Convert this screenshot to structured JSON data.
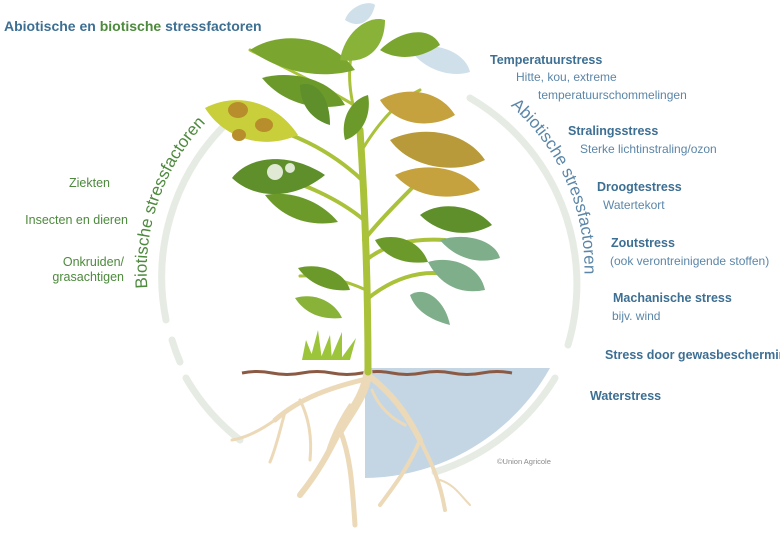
{
  "title": {
    "part1": "Abiotische",
    "part2": "en",
    "part3": "biotische",
    "part4": "stressfactoren"
  },
  "arc_labels": {
    "biotic": "Biotische stressfactoren",
    "abiotic": "Abiotische stressfactoren"
  },
  "biotic": [
    {
      "label": "Ziekten"
    },
    {
      "label": "Insecten en dieren"
    },
    {
      "label": "Onkruiden/",
      "label2": "grasachtigen"
    }
  ],
  "abiotic": [
    {
      "heading": "Temperatuurstress",
      "sub1": "Hitte, kou, extreme",
      "sub2": "temperatuurschommelingen"
    },
    {
      "heading": "Stralingsstress",
      "sub1": "Sterke lichtinstraling/ozon"
    },
    {
      "heading": "Droogtestress",
      "sub1": "Watertekort"
    },
    {
      "heading": "Zoutstress",
      "sub1": "(ook verontreinigende stoffen)"
    },
    {
      "heading": "Machanische stress",
      "sub1": "bijv. wind"
    },
    {
      "heading": "Stress door gewasbescherming"
    },
    {
      "heading": "Waterstress"
    }
  ],
  "credit": "©Union Agricole",
  "colors": {
    "blue": "#3d6f93",
    "green": "#4d8a3d",
    "ring": "#e6ece3",
    "water": "#c4d6e4",
    "root": "#ecd9b8",
    "soil": "#8b5a45"
  }
}
